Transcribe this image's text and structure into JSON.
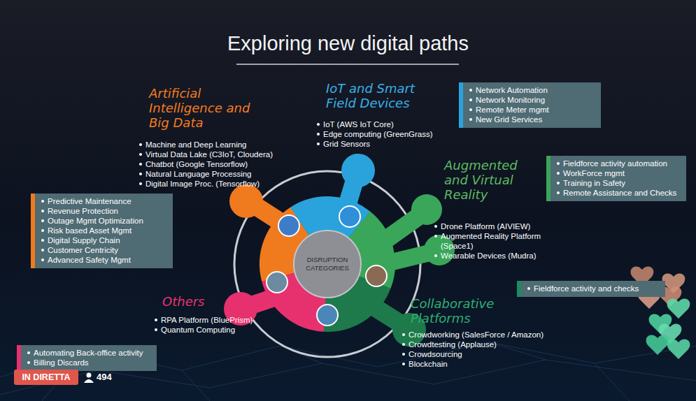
{
  "diagram": {
    "title": "Exploring new digital paths",
    "nodes": [
      {
        "text": [
          "Network Automation",
          "Network Monitoring",
          "Remote Meter mgmt",
          "New Grid Services"
        ]
      },
      {
        "text": [
          "Fieldforce activity automation",
          "WorkForce mgmt",
          "Training in Safety",
          "Remote Assistance and Checks"
        ]
      },
      {
        "text": [
          "Predictive Maintenance",
          "Revenue Protection",
          "Outage Mgmt Optimization",
          "Risk based Asset Mgmt",
          "Digital Supply Chain",
          "Customer Centricity",
          "Advanced Safety Mgmt"
        ]
      },
      {
        "text": [
          "DISRUPTION CATEGORIES"
        ]
      },
      {
        "text": [
          "Fieldforce activity and checks"
        ]
      },
      {
        "text": [
          "Automating Back-office activity",
          "Billing Discards"
        ]
      },
      {
        "text": [
          "IN DIRETTA"
        ]
      }
    ],
    "labels": [
      "Artificial Intelligence and Big Data",
      "Machine and Deep Learning",
      "Virtual Data Lake (C3IoT, Cloudera)",
      "Chatbot (Google Tensorflow)",
      "Natural Language Processing",
      "Digital Image Proc. (Tensorflow)",
      "IoT and Smart Field Devices",
      "IoT (AWS IoT Core)",
      "Edge computing (GreenGrass)",
      "Grid Sensors",
      "Augmented and Virtual Reality",
      "Drone Platform (AIVIEW)",
      "Augmented Reality Platform (Space1)",
      "Wearable Devices (Mudra)",
      "Others",
      "RPA Platform (BluePrism)",
      "Quantum Computing",
      "Collaborative Platforms",
      "Crowdworking (SalesForce / Amazon)",
      "Crowdtesting (Applause)",
      "Crowdsourcing",
      "Blockchain",
      "494"
    ]
  }
}
